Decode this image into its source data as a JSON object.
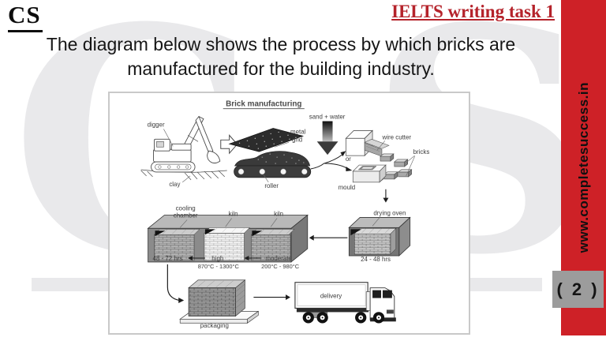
{
  "header": {
    "logo": "CS",
    "course_label": "IELTS  writing task 1"
  },
  "title": {
    "line1": "The diagram below shows the process by which bricks are",
    "line2": "manufactured for the building industry."
  },
  "sidebar": {
    "website": "www.completesuccess.in",
    "page_number": "( 2 )"
  },
  "watermark": {
    "letter_c": "C",
    "letter_s": "S"
  },
  "colors": {
    "sidebar_red": "#ce2127",
    "heading_red": "#b5232b",
    "badge_gray": "#9c9c9c",
    "watermark_gray": "#e9e9eb"
  },
  "diagram": {
    "title": "Brick manufacturing",
    "labels": {
      "digger": "digger",
      "clay": "clay",
      "metal": "metal",
      "grid": "grid",
      "roller": "roller",
      "sand_water": "sand + water",
      "or": "or",
      "wire_cutter": "wire cutter",
      "bricks": "bricks",
      "mould": "mould",
      "drying_oven": "drying oven",
      "drying_oven_time": "24 - 48 hrs",
      "cooling": "cooling",
      "chamber": "chamber",
      "kiln_1": "kiln",
      "kiln_2": "kiln",
      "cooling_time": "48 - 72 hrs",
      "kiln_high": "high",
      "kiln_high_temp": "870°C - 1300°C",
      "kiln_moderate": "moderate",
      "kiln_moderate_temp": "200°C - 980°C",
      "packaging": "packaging",
      "delivery": "delivery"
    }
  }
}
